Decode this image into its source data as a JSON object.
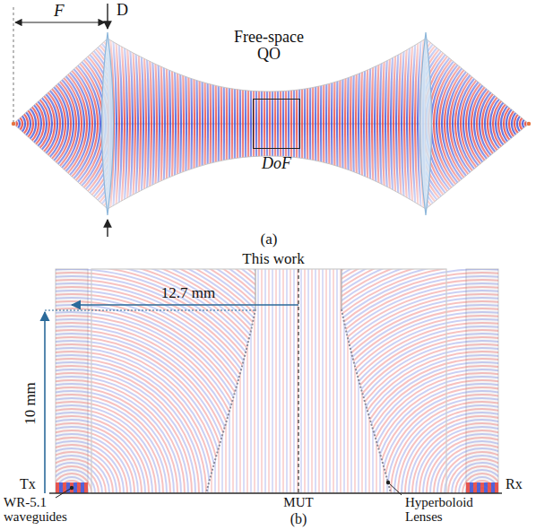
{
  "diagram": {
    "nodes": [
      {
        "text": [
          "DoF"
        ]
      }
    ],
    "labels": [
      "F",
      "D",
      "Free-space QO",
      "(a)",
      "This work",
      "12.7 mm",
      "10 mm",
      "Tx",
      "Rx",
      "WR-5.1 waveguides",
      "MUT",
      "Hyperboloid Lenses",
      "(b)"
    ]
  }
}
